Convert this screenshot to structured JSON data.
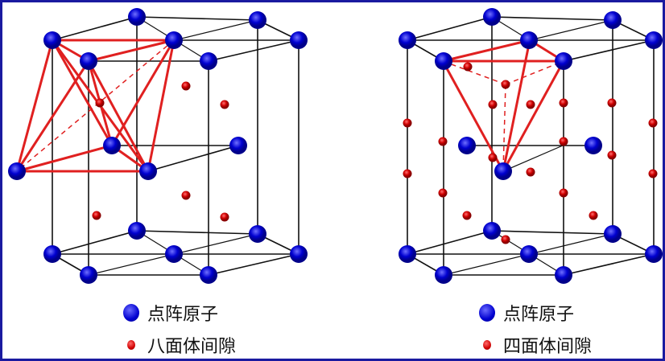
{
  "colors": {
    "lattice_atom": "#0000d0",
    "interstitial": "#d00000",
    "frame": "#1a1aa0",
    "highlight_line": "#e02020"
  },
  "left_legend": {
    "atom_label": "点阵原子",
    "interstitial_label": "八面体间隙"
  },
  "right_legend": {
    "atom_label": "点阵原子",
    "interstitial_label": "四面体间隙"
  }
}
